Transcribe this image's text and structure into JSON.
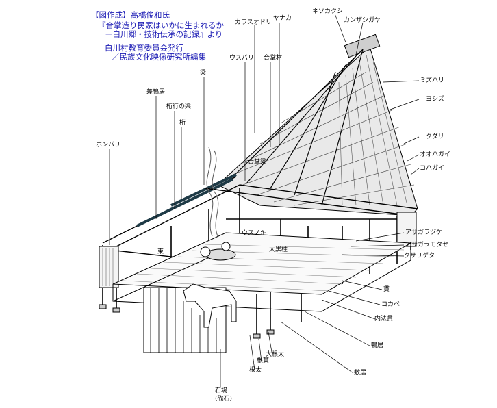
{
  "credit": {
    "line1": "【図作成】高橋俊和氏",
    "line2": "『合掌造り民家はいかに生まれるか",
    "line3": "－白川郷・技術伝承の記録』より",
    "line4": "白川村教育委員会発行",
    "line5": "／民族文化映像研究所編集"
  },
  "labels": {
    "nesokakushi": "ネソカクシ",
    "yanaka": "ヤナカ",
    "karasuodori": "カラスオドリ",
    "kanzashigaya": "カンザシガヤ",
    "usubari": "ウスバリ",
    "gasshouzai": "合掌材",
    "hari": "梁",
    "sashikamoi": "差鴨居",
    "ketanohari": "桁行の梁",
    "keta": "桁",
    "honbari": "ホンバリ",
    "mizuhari": "ミズハリ",
    "yoshizu": "ヨシズ",
    "kudari": "クダリ",
    "oohagai": "オオハガイ",
    "kohagai": "コハガイ",
    "gasshoubari": "合掌梁",
    "usunoki": "ウスノキ",
    "tsuka": "束",
    "daikokubashira": "大黒柱",
    "asagarazuke": "アサガラヅケ",
    "asagaramotase": "アサガラモタセ",
    "kusarigeta": "クサリゲタ",
    "nuki": "貫",
    "kokabe": "コカベ",
    "uchinorinuki": "内法貫",
    "kamoi": "鴨居",
    "shikii": "敷居",
    "oonebuto": "大根太",
    "nenuki": "根貫",
    "nebuto": "根太",
    "ishiba": "石場",
    "ishiba_sub": "(礎石)"
  }
}
